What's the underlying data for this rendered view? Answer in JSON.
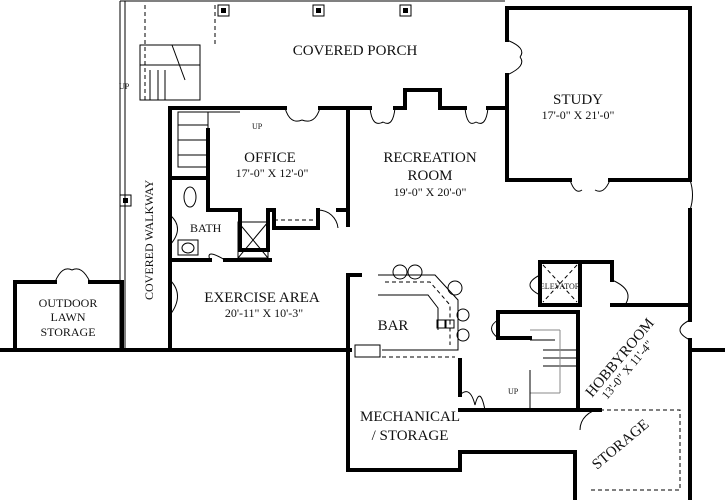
{
  "rooms": {
    "covered_porch": {
      "name": "COVERED PORCH"
    },
    "study": {
      "name": "STUDY",
      "size": "17'-0\" X 21'-0\""
    },
    "office": {
      "name": "OFFICE",
      "size": "17'-0\" X 12'-0\""
    },
    "recreation": {
      "name_line1": "RECREATION",
      "name_line2": "ROOM",
      "size": "19'-0\" X 20'-0\""
    },
    "bath": {
      "name": "BATH"
    },
    "exercise": {
      "name": "EXERCISE AREA",
      "size": "20'-11\" X 10'-3\""
    },
    "bar": {
      "name": "BAR"
    },
    "elevator": {
      "name": "ELEVATOR"
    },
    "hobbyroom": {
      "name": "HOBBYROOM",
      "size": "13'-0\" X 11'-4\""
    },
    "storage": {
      "name": "STORAGE"
    },
    "mechanical": {
      "name_line1": "MECHANICAL",
      "name_line2": "/ STORAGE"
    },
    "outdoor_storage": {
      "name_line1": "OUTDOOR",
      "name_line2": "LAWN",
      "name_line3": "STORAGE"
    },
    "covered_walkway": {
      "name": "COVERED WALKWAY"
    }
  },
  "stairs": {
    "up_label": "UP"
  }
}
